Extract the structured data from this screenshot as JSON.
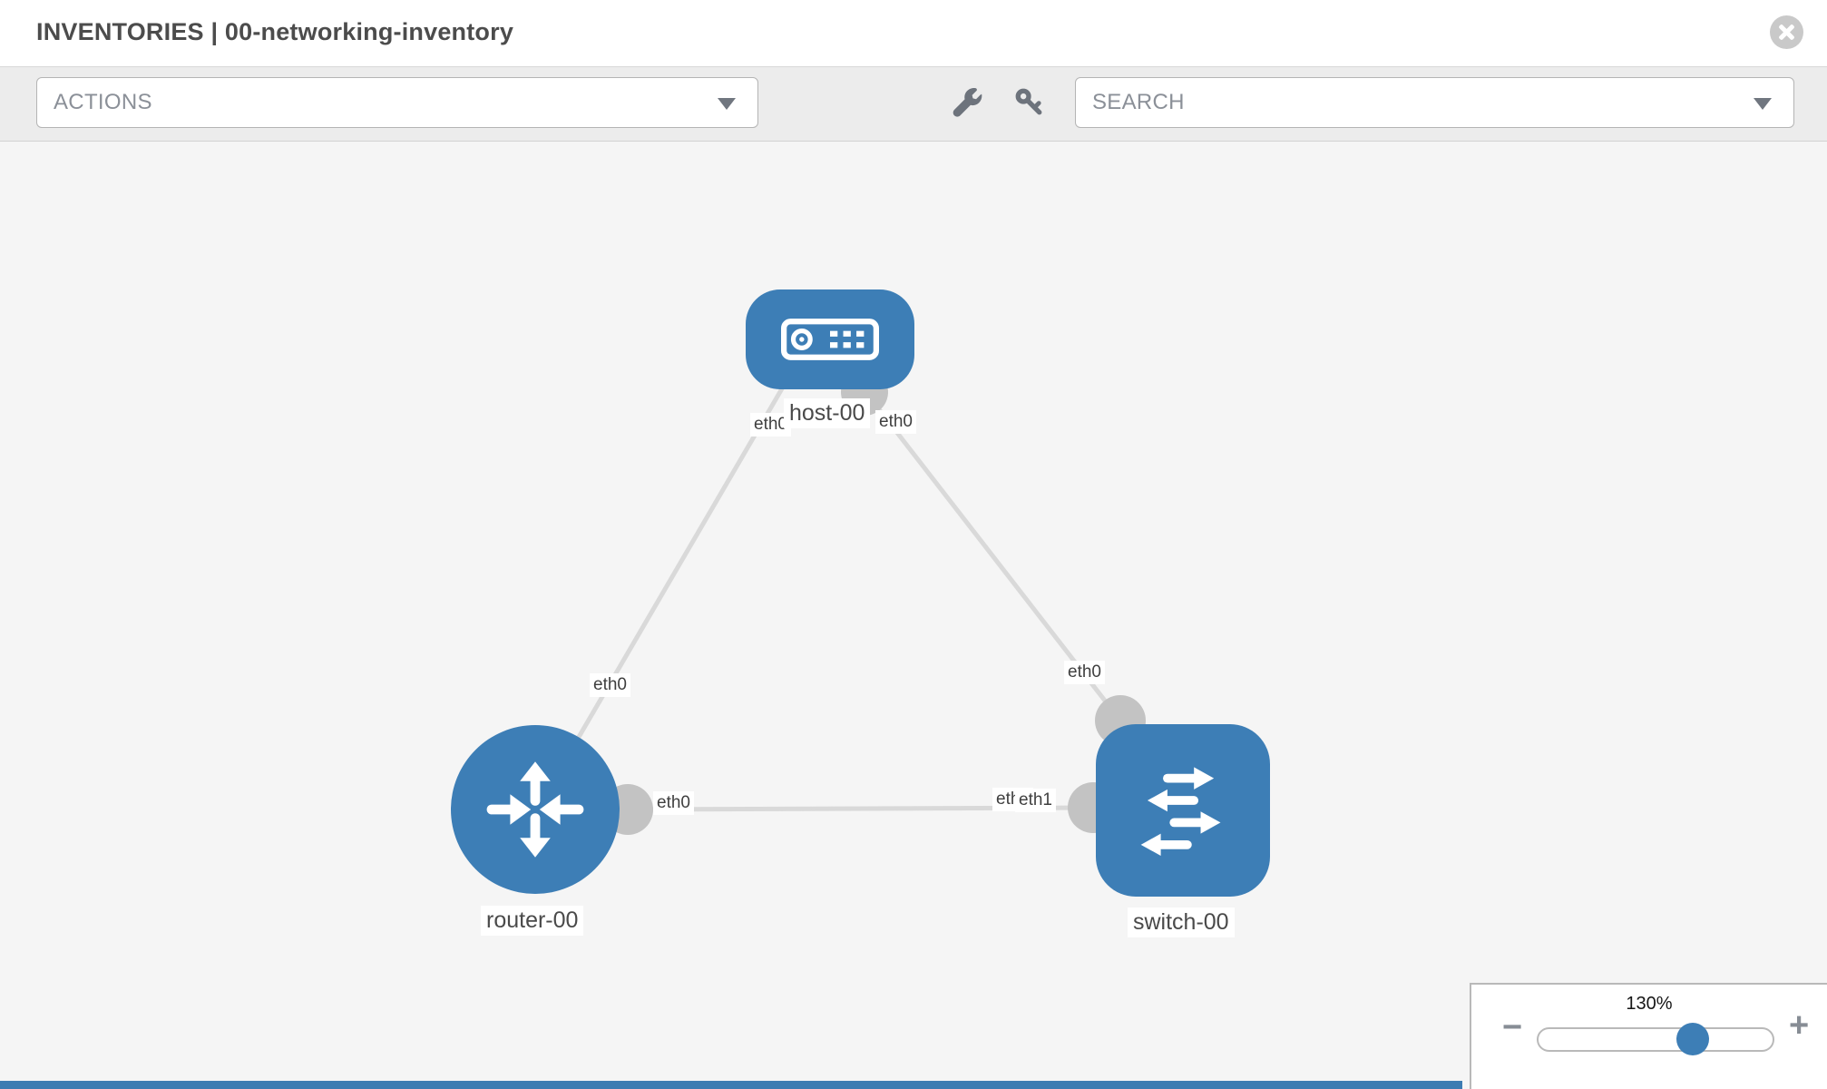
{
  "header": {
    "title": "INVENTORIES | 00-networking-inventory"
  },
  "toolbar": {
    "actions_label": "ACTIONS",
    "search_placeholder": "SEARCH"
  },
  "diagram": {
    "nodes": [
      {
        "id": "host-00",
        "type": "host",
        "label": "host-00"
      },
      {
        "id": "router-00",
        "type": "router",
        "label": "router-00"
      },
      {
        "id": "switch-00",
        "type": "switch",
        "label": "switch-00"
      }
    ],
    "links": [
      {
        "from": "host-00",
        "to": "router-00",
        "from_interface": "eth0",
        "to_interface": "eth0"
      },
      {
        "from": "host-00",
        "to": "switch-00",
        "from_interface": "eth0",
        "to_interface": "eth0"
      },
      {
        "from": "router-00",
        "to": "switch-00",
        "from_interface": "eth0",
        "to_interface": "eth1"
      }
    ],
    "occluded_label": "eth0"
  },
  "zoom_control": {
    "level": "130%",
    "minus_label": "−",
    "plus_label": "+"
  },
  "colors": {
    "node_blue": "#3d7eb6",
    "link_gray": "#d9d9d9",
    "interface_gray": "#c3c3c3",
    "canvas_bg": "#f5f5f5",
    "toolbar_bg": "#ececec"
  }
}
